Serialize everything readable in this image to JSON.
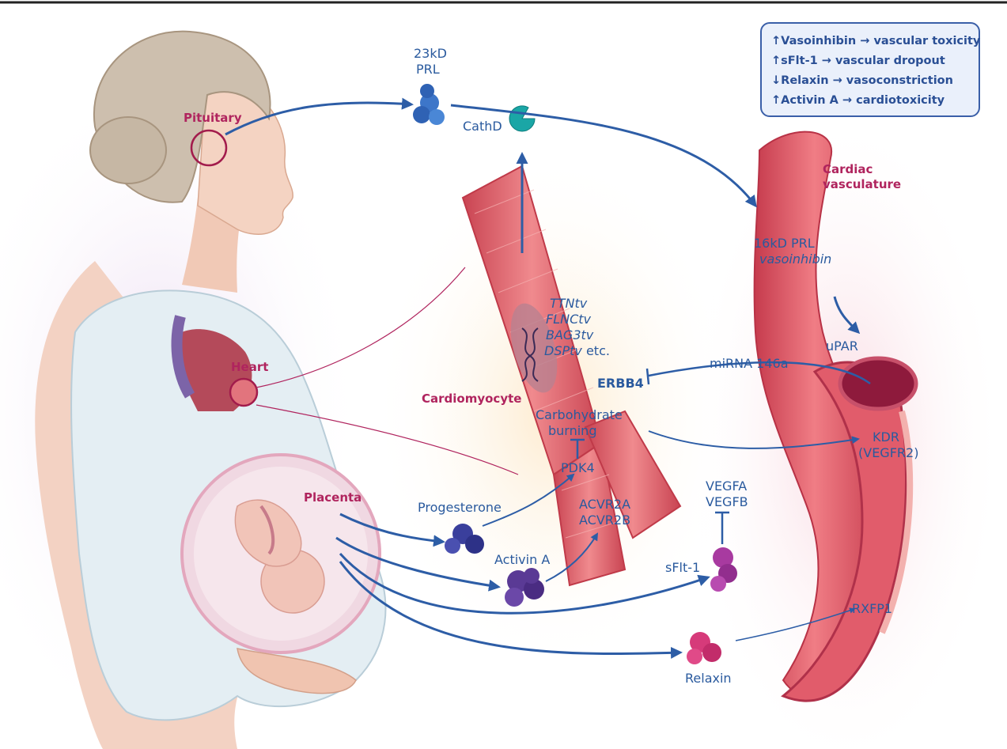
{
  "legend": {
    "items": [
      "↑Vasoinhibin → vascular toxicity",
      "↑sFlt-1 → vascular dropout",
      "↓Relaxin → vasoconstriction",
      "↑Activin A → cardiotoxicity"
    ]
  },
  "organs": {
    "pituitary": "Pituitary",
    "heart": "Heart",
    "placenta": "Placenta",
    "cardiomyocyte": "Cardiomyocyte",
    "cardiac_vasculature_line1": "Cardiac",
    "cardiac_vasculature_line2": "vasculature"
  },
  "molecules": {
    "prl23_line1": "23kD",
    "prl23_line2": "PRL",
    "cathd": "CathD",
    "prl16": "16kD PRL",
    "vasoinhibin": "vasoinhibin",
    "upar": "uPAR",
    "mirna": "miRNA 146a",
    "erbb4": "ERBB4",
    "kdr": "KDR",
    "vegfr2": "(VEGFR2)",
    "carb_line1": "Carbohydrate",
    "carb_line2": "burning",
    "pdk4": "PDK4",
    "acvr2a": "ACVR2A",
    "acvr2b": "ACVR2B",
    "progesterone": "Progesterone",
    "activin": "Activin A",
    "vegfa": "VEGFA",
    "vegfb": "VEGFB",
    "sflt1": "sFlt-1",
    "relaxin": "Relaxin",
    "rxfp1": "RXFP1"
  },
  "variants": {
    "ttn": "TTNtv",
    "flnc": "FLNCtv",
    "bag3": "BAG3tv",
    "dsp": "DSPtv",
    "dsp_suffix": " etc."
  },
  "colors": {
    "arrow": "#2d5da6",
    "organ_label": "#b0245e",
    "text": "#2a5a9e",
    "muscle": "#e0606a",
    "vessel": "#d94c5c",
    "lumen": "#9e1f44",
    "background_glow": "#fbe7ec"
  },
  "icons": {
    "cathd": "pac-man-shaped enzyme",
    "dna": "dna-helix",
    "protein": "protein-cluster"
  }
}
